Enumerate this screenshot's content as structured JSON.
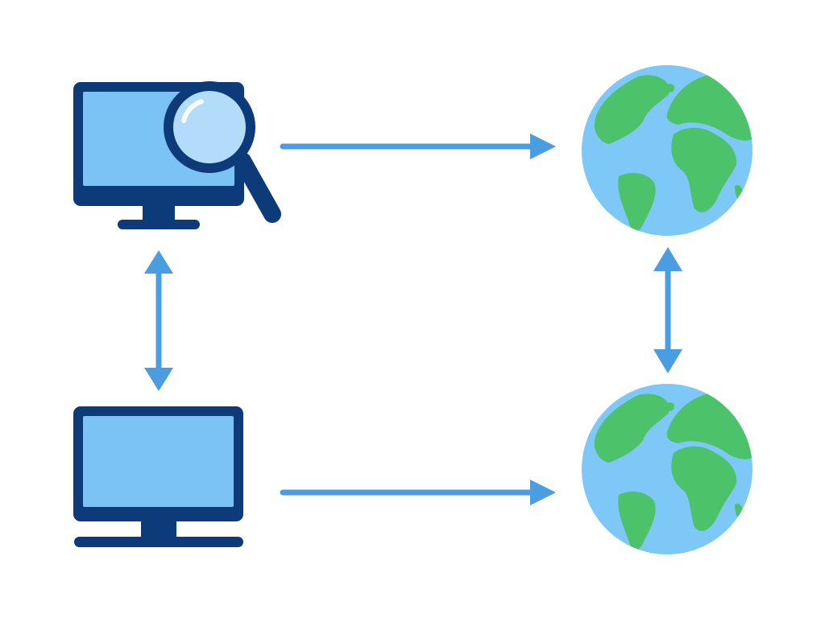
{
  "diagram": {
    "nodes": [
      {
        "id": "monitor-search",
        "kind": "computer",
        "icon": "monitor-with-magnifier-icon"
      },
      {
        "id": "globe-top",
        "kind": "globe",
        "icon": "globe-icon"
      },
      {
        "id": "monitor-plain",
        "kind": "computer",
        "icon": "monitor-icon"
      },
      {
        "id": "globe-bottom",
        "kind": "globe",
        "icon": "globe-icon"
      }
    ],
    "edges": [
      {
        "from": "monitor-search",
        "to": "globe-top",
        "direction": "one-way"
      },
      {
        "from": "monitor-search",
        "to": "monitor-plain",
        "direction": "two-way"
      },
      {
        "from": "globe-top",
        "to": "globe-bottom",
        "direction": "two-way"
      },
      {
        "from": "monitor-plain",
        "to": "globe-bottom",
        "direction": "one-way"
      }
    ]
  },
  "colors": {
    "frame": "#0d3b7a",
    "screen": "#7cc3f5",
    "arrow": "#4a9de0",
    "ocean": "#7ec8f8",
    "land": "#4cc26a",
    "lens": "#b3dcfb"
  }
}
